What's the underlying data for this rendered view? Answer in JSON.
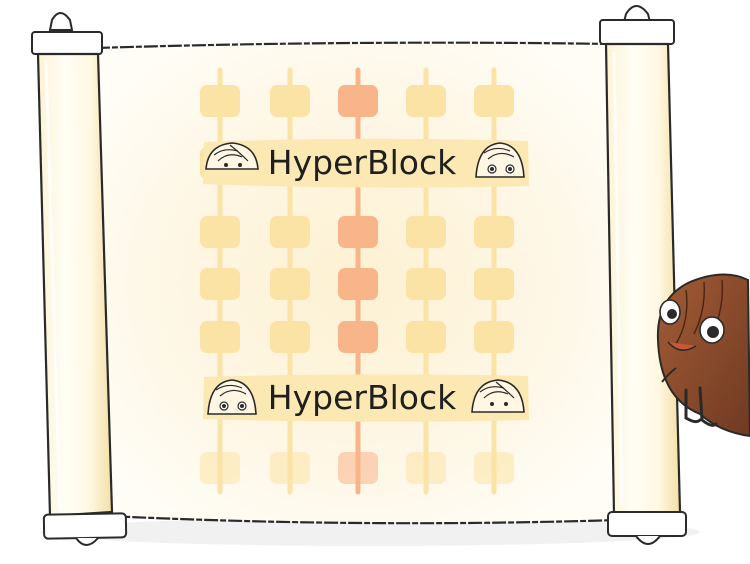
{
  "illustration": {
    "banners": [
      {
        "label": "HyperBlock"
      },
      {
        "label": "HyperBlock"
      }
    ],
    "grid": {
      "columns": 5,
      "rows": 6,
      "highlighted_column": 3,
      "faded_row": 6
    },
    "colors": {
      "background": "#ffffff",
      "paper": "#fffdf6",
      "paper_glow": "#fdf1d2",
      "block": "#fbe3a6",
      "block_highlight": "#f9b58a",
      "banner": "#fbe8b3",
      "ink": "#1f1f1f",
      "roll": "#fffaeb",
      "roll_shade": "#f6e6b4",
      "character_body": "#8b4a2b"
    },
    "icons": [
      "scroll-icon",
      "peeking-face-icon",
      "peeking-character-icon"
    ]
  }
}
